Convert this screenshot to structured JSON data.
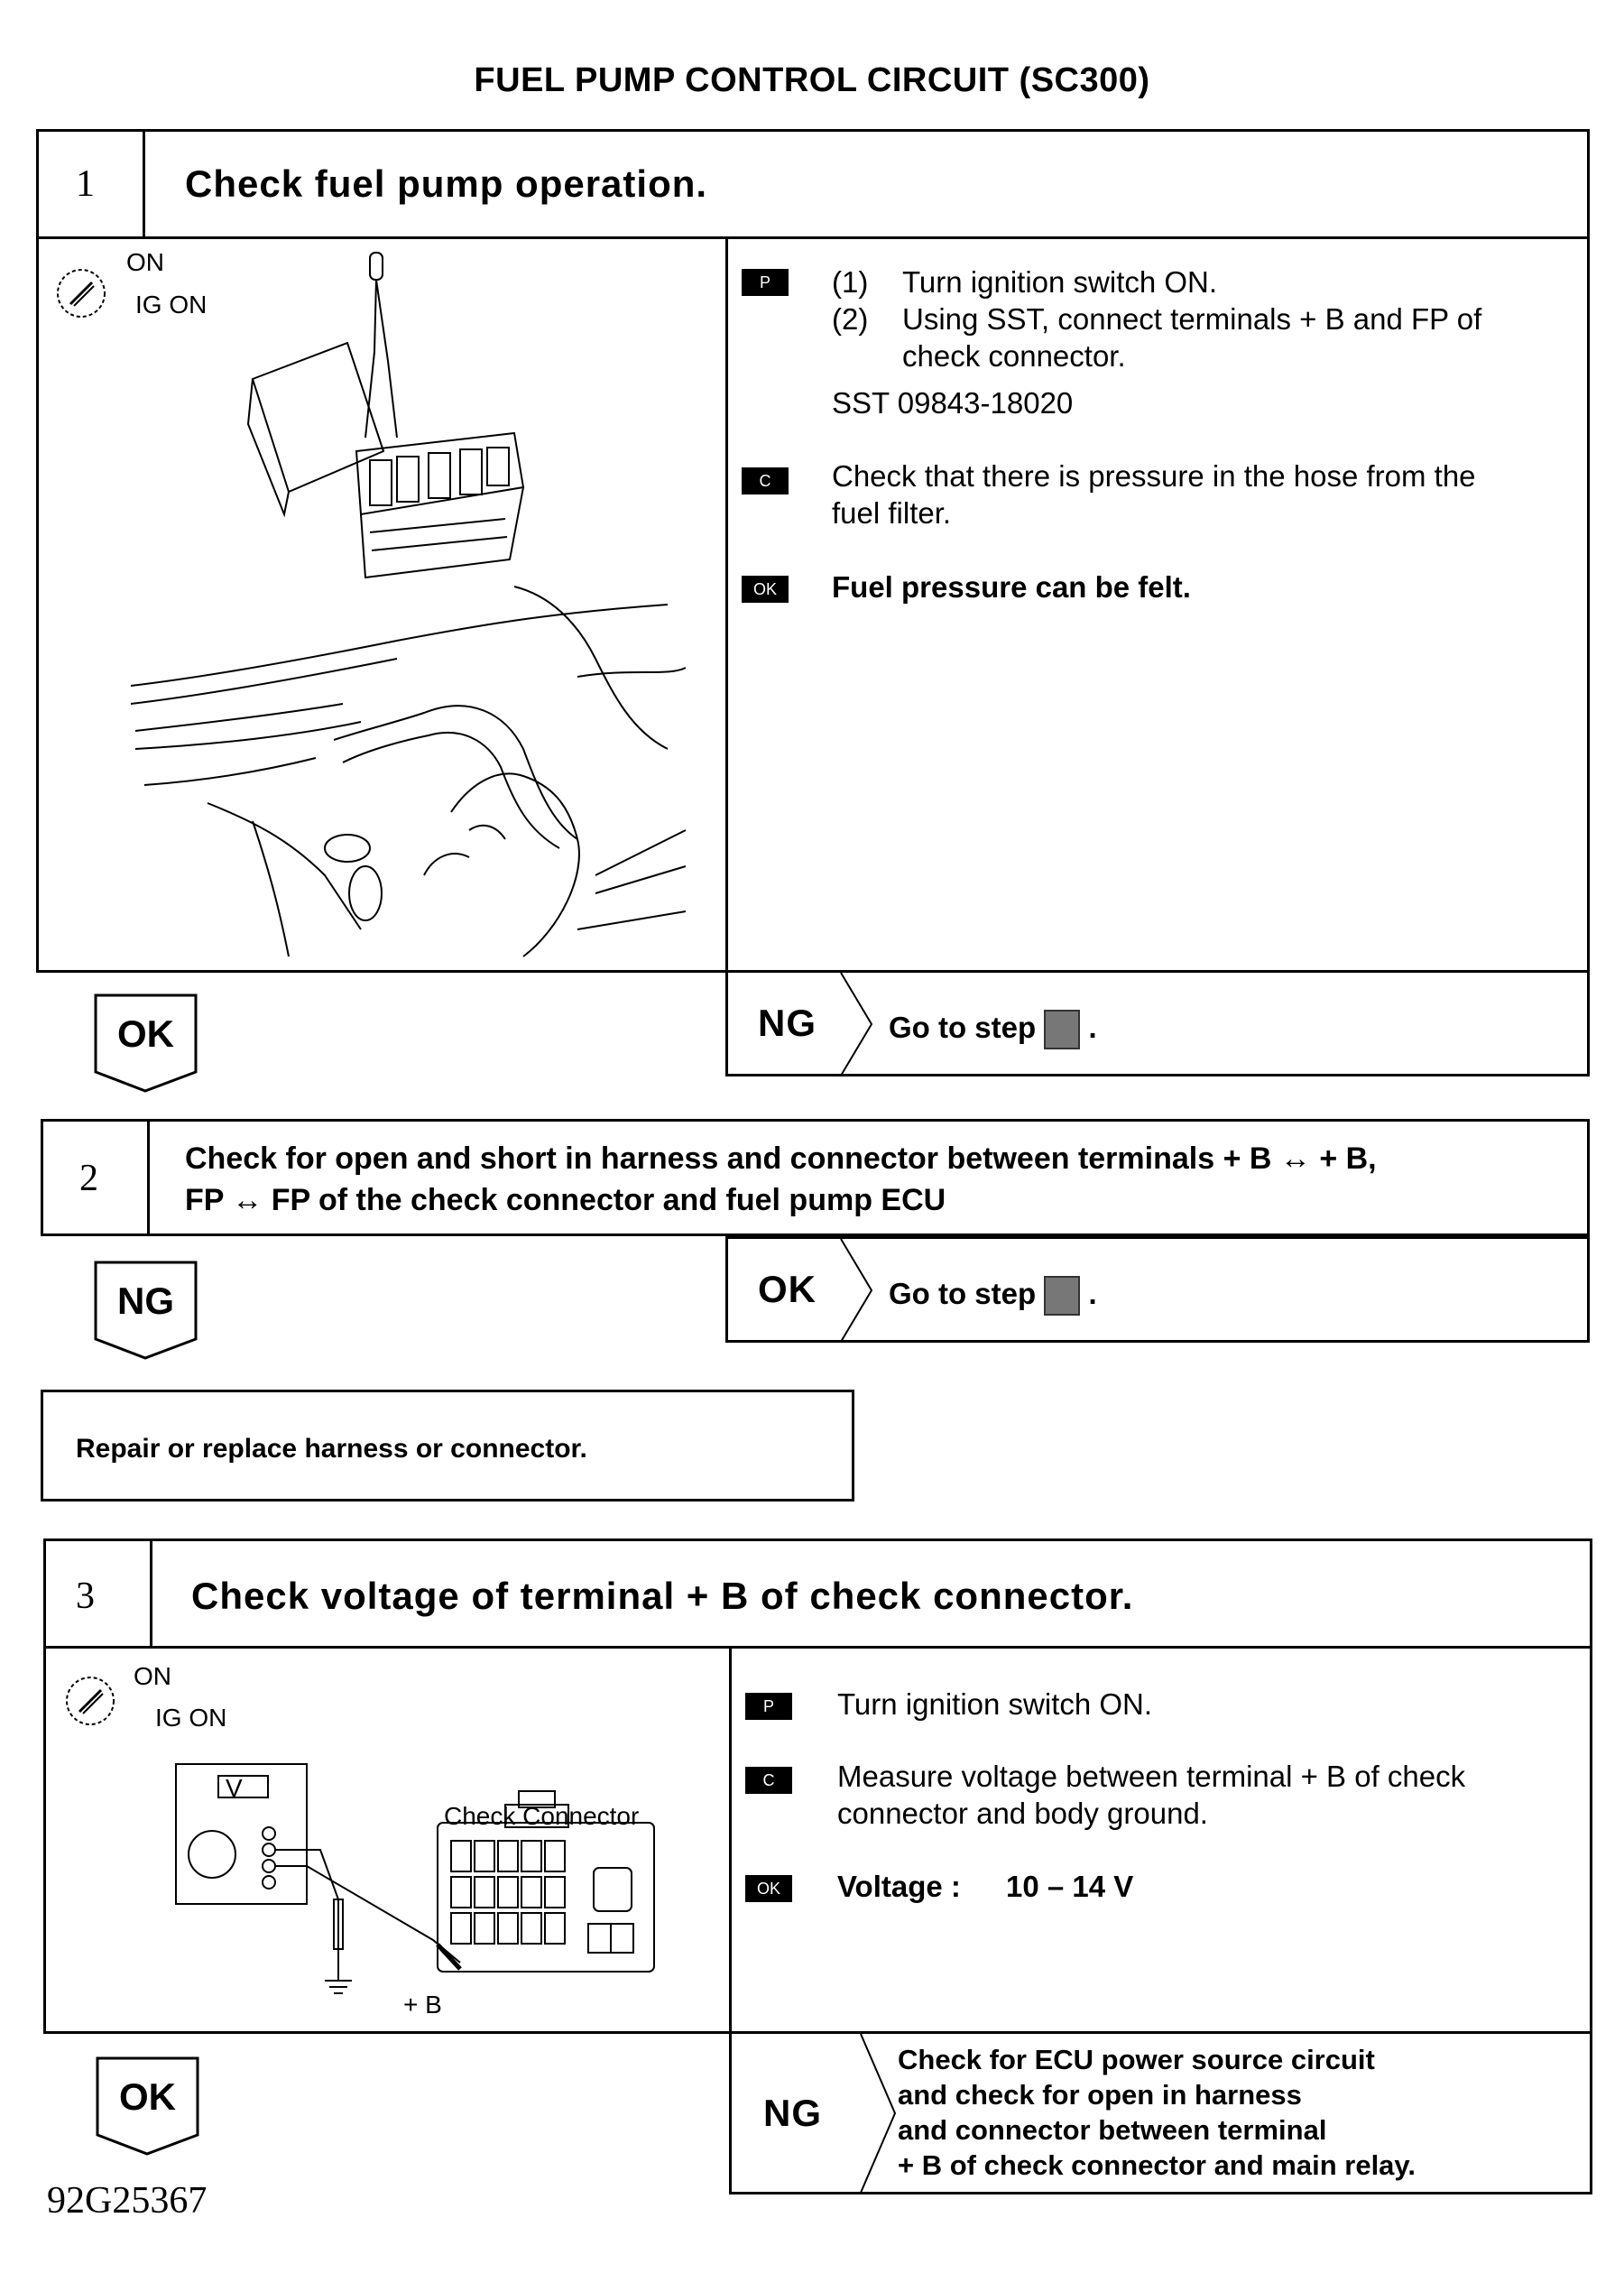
{
  "page_title": "FUEL PUMP CONTROL CIRCUIT (SC300)",
  "step1": {
    "number": "1",
    "title": "Check fuel pump operation.",
    "ig_label_on": "ON",
    "ig_label_igon": "IG ON",
    "p_badge": "P",
    "c_badge": "C",
    "ok_badge": "OK",
    "p_line1_num": "(1)",
    "p_line1": "Turn ignition switch ON.",
    "p_line2_num": "(2)",
    "p_line2a": "Using SST, connect terminals + B and  FP of",
    "p_line2b": "check connector.",
    "sst": "SST 09843-18020",
    "c_text_a": "Check that there is pressure in the hose from the",
    "c_text_b": "fuel filter.",
    "ok_text": "Fuel pressure can be felt.",
    "ok_result": "OK",
    "ng_result": "NG",
    "ng_action": "Go to step"
  },
  "step2": {
    "number": "2",
    "title_a": "Check for open and short in harness and connector between terminals  + B ↔  + B,",
    "title_b": "FP ↔ FP of the check connector and fuel pump ECU",
    "ng_result": "NG",
    "ok_result": "OK",
    "ok_action": "Go to step",
    "repair": "Repair or replace harness or connector."
  },
  "step3": {
    "number": "3",
    "title": "Check voltage of terminal  + B of check connector.",
    "ig_label_on": "ON",
    "ig_label_igon": "IG ON",
    "meter_label": "V",
    "connector_label": "Check Connector",
    "terminal_label": "+ B",
    "p_badge": "P",
    "c_badge": "C",
    "ok_badge": "OK",
    "p_text": "Turn ignition switch ON.",
    "c_text_a": "Measure voltage between terminal  + B of check",
    "c_text_b": "connector and body ground.",
    "ok_label": "Voltage :",
    "ok_value": "10 – 14 V",
    "ok_result": "OK",
    "ng_result": "NG",
    "ng_text_a": "Check for ECU power source circuit",
    "ng_text_b": "and check for open in harness",
    "ng_text_c": "and connector between terminal",
    "ng_text_d": "+ B of check connector and main relay."
  },
  "figure_id": "92G25367"
}
